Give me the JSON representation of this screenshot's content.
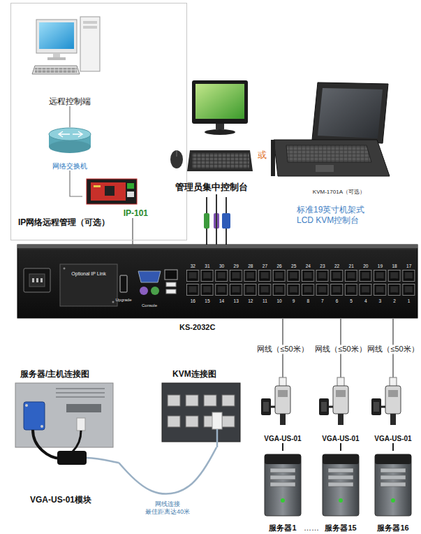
{
  "diagram": {
    "nodes": [
      {
        "text": [
          "IP网络远程管理（可选）"
        ]
      },
      {
        "text": [
          "远程控制端"
        ],
        "in": 0
      },
      {
        "text": [
          "网络交换机"
        ],
        "in": 0
      },
      {
        "text": [
          "IP-101"
        ],
        "in": 0
      },
      {
        "text": [
          "管理员集中控制台"
        ]
      },
      {
        "text": [
          "KVM-1701A（可选）",
          "标准19英寸机架式 LCD KVM控制台"
        ]
      },
      {
        "text": [
          "KS-2032C"
        ]
      },
      {
        "text": [
          "VGA-US-01"
        ]
      },
      {
        "text": [
          "VGA-US-01"
        ]
      },
      {
        "text": [
          "VGA-US-01"
        ]
      },
      {
        "text": [
          "服务器1"
        ]
      },
      {
        "text": [
          "服务器15"
        ]
      },
      {
        "text": [
          "服务器16"
        ]
      },
      {
        "text": [
          "服务器/主机连接图",
          "VGA-US-01模块"
        ]
      },
      {
        "text": [
          "KVM连接图"
        ]
      }
    ],
    "edges": [
      {
        "from": 1,
        "to": 2,
        "arrow": "none"
      },
      {
        "from": 2,
        "to": 3,
        "arrow": "none"
      },
      {
        "from": 3,
        "to": 6,
        "arrow": "none"
      },
      {
        "from": 4,
        "to": 6,
        "arrow": "none"
      },
      {
        "from": 6,
        "to": 7,
        "label": "网线（≤50米）",
        "arrow": "none"
      },
      {
        "from": 6,
        "to": 8,
        "label": "网线（≤50米）",
        "arrow": "none"
      },
      {
        "from": 6,
        "to": 9,
        "label": "网线（≤50米）",
        "arrow": "none"
      },
      {
        "from": 7,
        "to": 10,
        "arrow": "none"
      },
      {
        "from": 8,
        "to": 11,
        "arrow": "none"
      },
      {
        "from": 9,
        "to": 12,
        "arrow": "none"
      },
      {
        "from": 13,
        "to": 14,
        "label": "网线连接 最佳距离达40米",
        "arrow": "none"
      }
    ],
    "labels": [
      "或",
      "Optional IP Link",
      "Upgrade",
      "Console",
      "32",
      "31",
      "30",
      "29",
      "28",
      "27",
      "26",
      "25",
      "24",
      "23",
      "22",
      "21",
      "20",
      "19",
      "18",
      "17",
      "16",
      "15",
      "14",
      "13",
      "12",
      "11",
      "10",
      "9",
      "8",
      "7",
      "6",
      "5",
      "4",
      "3",
      "2",
      "1",
      "……"
    ]
  }
}
